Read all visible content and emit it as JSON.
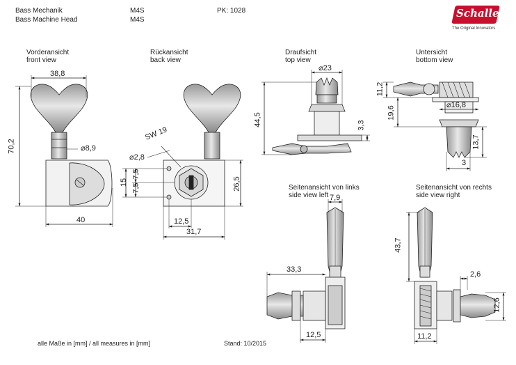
{
  "header": {
    "name_de": "Bass Mechanik",
    "name_en": "Bass Machine Head",
    "model_1": "M4S",
    "model_2": "M4S",
    "pk": "PK: 1028"
  },
  "logo": {
    "text": "Schaller",
    "tagline": "The Original Innovators",
    "color": "#c8102e"
  },
  "views": {
    "front": {
      "de": "Vorderansicht",
      "en": "front view"
    },
    "back": {
      "de": "Rückansicht",
      "en": "back view"
    },
    "top": {
      "de": "Draufsicht",
      "en": "top view"
    },
    "bottom": {
      "de": "Untersicht",
      "en": "bottom view"
    },
    "left": {
      "de": "Seitenansicht von links",
      "en": "side view left"
    },
    "right": {
      "de": "Seitenansicht von rechts",
      "en": "side view right"
    }
  },
  "dimensions": {
    "front_width": "38,8",
    "front_height": "70,2",
    "post_dia": "8,9",
    "front_base": "40",
    "sw": "SW 19",
    "screw_dia": "2,8",
    "hole_15": "15",
    "hole_75a": "7,5",
    "hole_75b": "7,5",
    "back_height": "26,5",
    "back_125": "12,5",
    "back_317": "31,7",
    "top_dia": "23",
    "top_height": "44,5",
    "top_33": "3,3",
    "bottom_112": "11,2",
    "bottom_196": "19,6",
    "bottom_dia": "16,8",
    "bottom_137": "13,7",
    "bottom_3": "3",
    "left_79": "7,9",
    "left_333": "33,3",
    "left_125": "12,5",
    "right_437": "43,7",
    "right_26": "2,6",
    "right_126": "12,6",
    "right_112": "11,2"
  },
  "footer": {
    "measures": "alle Maße in [mm] / all measures in [mm]",
    "date": "Stand: 10/2015"
  }
}
